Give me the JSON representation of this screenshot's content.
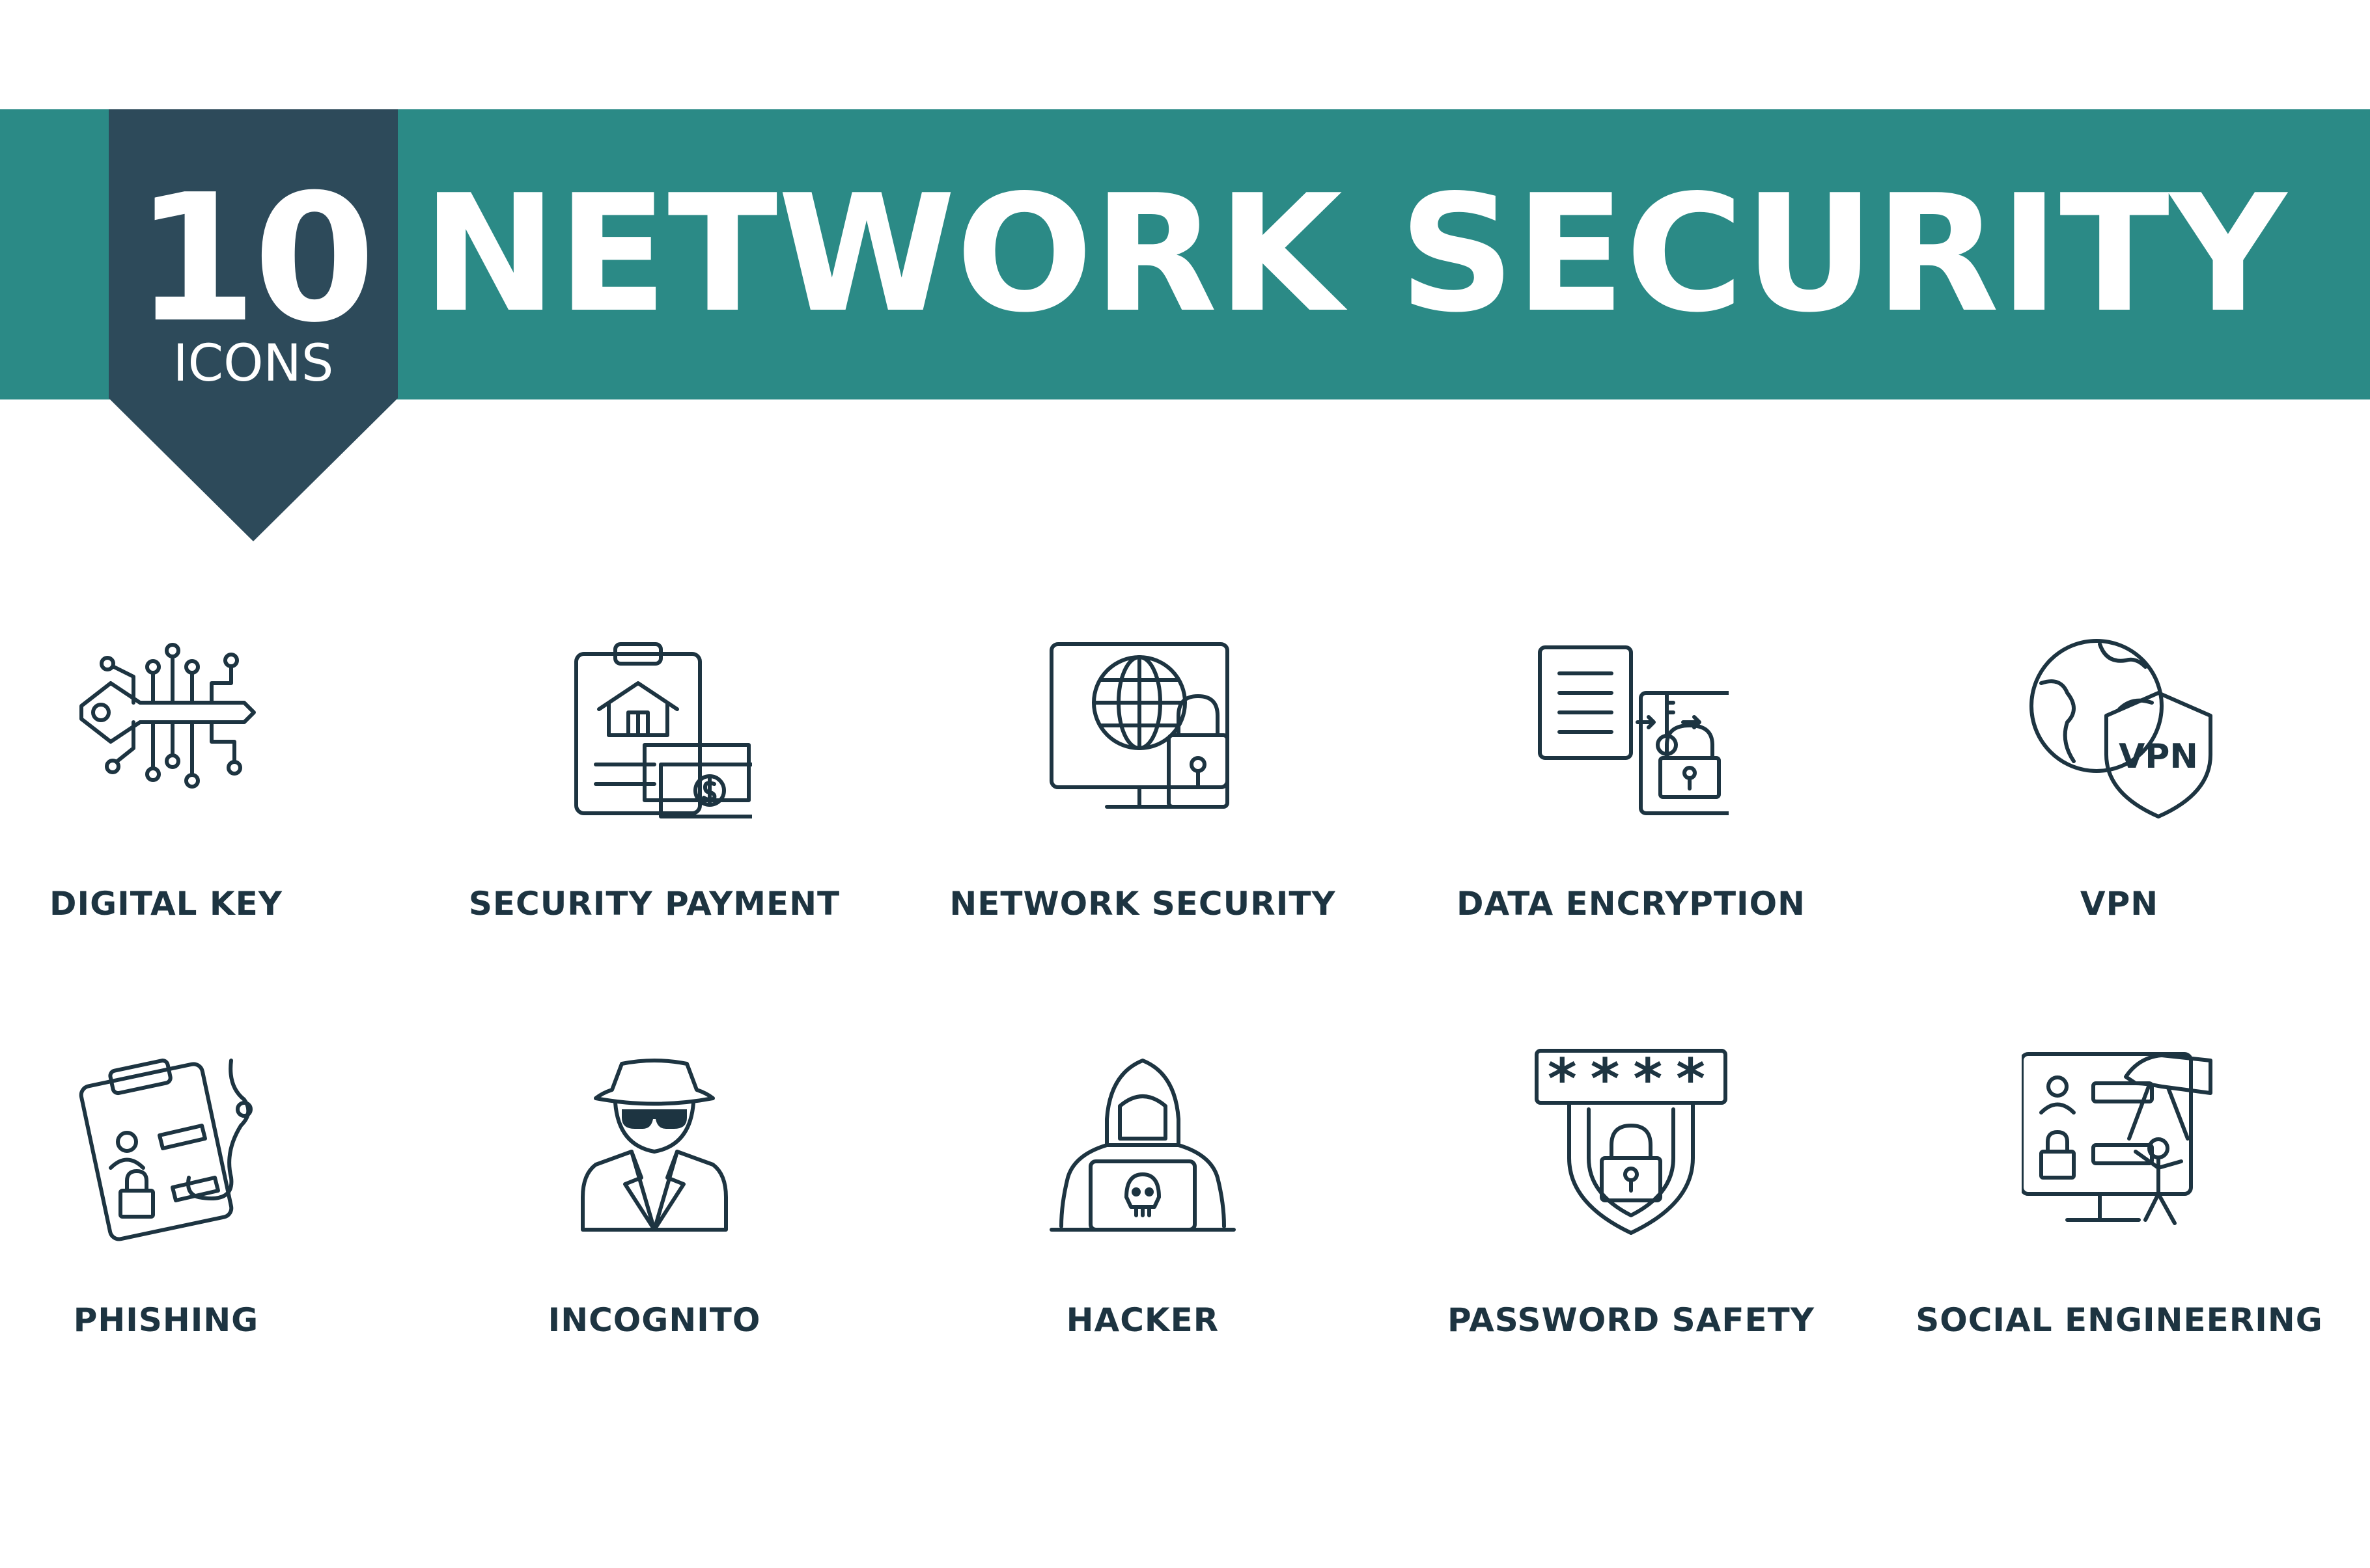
{
  "colors": {
    "banner": "#2b8a86",
    "badge": "#2d4a5a",
    "text": "#1d3441",
    "background": "#ffffff"
  },
  "badge": {
    "number": "10",
    "label": "ICONS"
  },
  "title": "NETWORK SECURITY",
  "icons": [
    {
      "label": "DIGITAL KEY",
      "icon": "digital-key-icon"
    },
    {
      "label": "SECURITY PAYMENT",
      "icon": "security-payment-icon"
    },
    {
      "label": "NETWORK SECURITY",
      "icon": "network-security-icon"
    },
    {
      "label": "DATA ENCRYPTION",
      "icon": "data-encryption-icon"
    },
    {
      "label": "VPN",
      "icon": "vpn-icon",
      "icon_text": "VPN"
    },
    {
      "label": "PHISHING",
      "icon": "phishing-icon"
    },
    {
      "label": "INCOGNITO",
      "icon": "incognito-icon"
    },
    {
      "label": "HACKER",
      "icon": "hacker-icon"
    },
    {
      "label": "PASSWORD SAFETY",
      "icon": "password-safety-icon",
      "icon_text": "****"
    },
    {
      "label": "SOCIAL ENGINEERING",
      "icon": "social-engineering-icon"
    }
  ]
}
